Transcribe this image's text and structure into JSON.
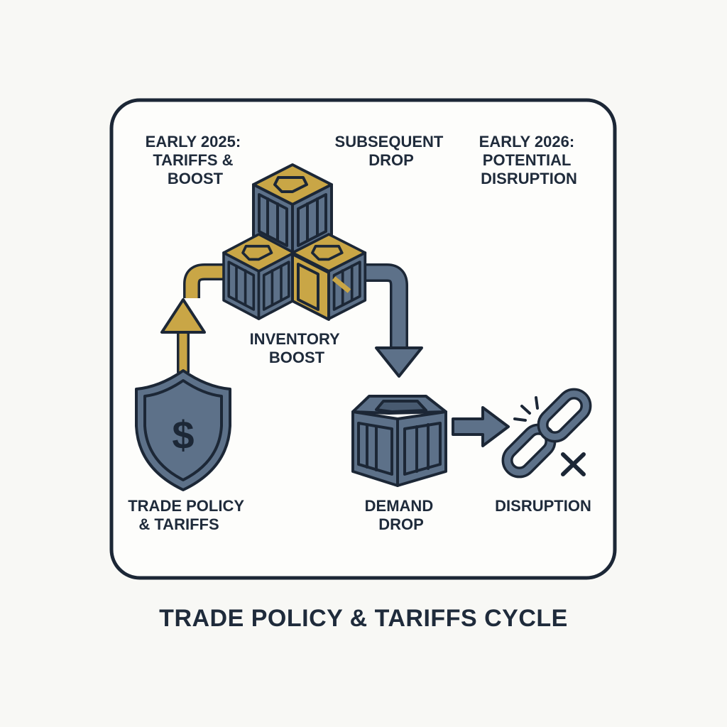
{
  "title": "TRADE POLICY & TARIFFS CYCLE",
  "timeline": {
    "early_2025": [
      "EARLY 2025:",
      "TARIFFS &",
      "BOOST"
    ],
    "subsequent": [
      "SUBSEQUENT",
      "DROP"
    ],
    "early_2026": [
      "EARLY 2026:",
      "POTENTIAL",
      "DISRUPTION"
    ]
  },
  "nodes": {
    "trade_policy": {
      "lines": [
        "TRADE POLICY",
        "& TARIFFS"
      ],
      "symbol": "$"
    },
    "inventory_boost": {
      "lines": [
        "INVENTORY",
        "BOOST"
      ]
    },
    "demand_drop": {
      "lines": [
        "DEMAND",
        "DROP"
      ]
    },
    "disruption": {
      "lines": [
        "DISRUPTION"
      ]
    }
  },
  "colors": {
    "navy": "#1c2736",
    "slate": "#5d7189",
    "gold": "#c9a646",
    "background": "#f8f8f5"
  }
}
